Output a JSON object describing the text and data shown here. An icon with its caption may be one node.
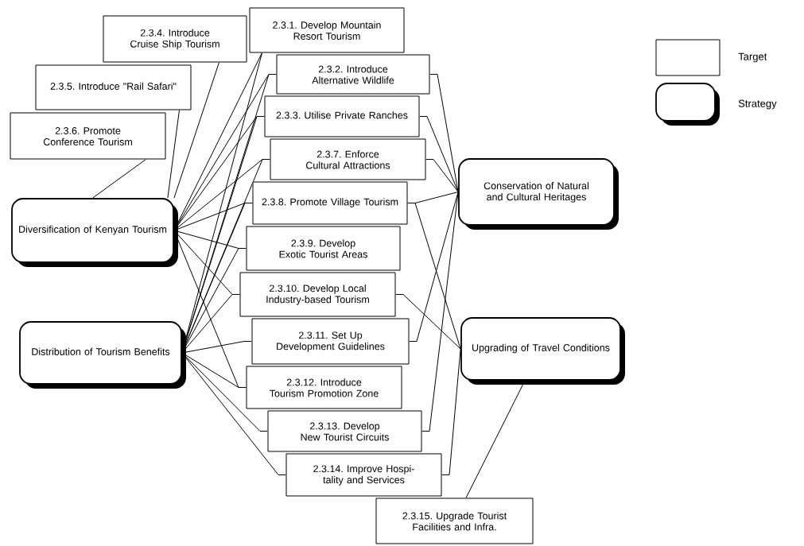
{
  "diagram": {
    "nodes": [
      {
        "text": [
          "2.3.4. Introduce Cruise Ship Tourism"
        ]
      },
      {
        "text": [
          "2.3.1. Develop Mountain Resort Tourism"
        ]
      },
      {
        "text": [
          "2.3.5. Introduce \"Rail Safari\""
        ]
      },
      {
        "text": [
          "2.3.2. Introduce Alternative Wildlife"
        ]
      },
      {
        "text": [
          "2.3.6. Promote Conference Tourism"
        ]
      },
      {
        "text": [
          "2.3.3. Utilise Private Ranches"
        ]
      },
      {
        "text": [
          "2.3.7. Enforce Cultural Attractions"
        ]
      },
      {
        "text": [
          "Diversification of Kenyan Tourism"
        ]
      },
      {
        "text": [
          "2.3.8. Promote Village Tourism"
        ]
      },
      {
        "text": [
          "2.3.9. Develop Exotic Tourist Areas"
        ]
      },
      {
        "text": [
          "Conservation of Natural and Cultural Heritages"
        ]
      },
      {
        "text": [
          "2.3.10. Develop Local Industry-based Tourism"
        ]
      },
      {
        "text": [
          "Distribution of Tourism Benefits"
        ]
      },
      {
        "text": [
          "2.3.11. Set Up Development Guidelines"
        ]
      },
      {
        "text": [
          "Upgrading of Travel Conditions"
        ]
      },
      {
        "text": [
          "2.3.12. Introduce Tourism Promotion Zone"
        ]
      },
      {
        "text": [
          "2.3.13. Develop New Tourist Circuits"
        ]
      },
      {
        "text": [
          "2.3.14. Improve Hospi-tality and Services"
        ]
      },
      {
        "text": [
          "2.3.15. Upgrade Tourist Facilities and Infra."
        ]
      }
    ],
    "edges": [
      {
        "from": 7,
        "to": 0,
        "arrow": "none"
      },
      {
        "from": 7,
        "to": 1,
        "arrow": "none"
      },
      {
        "from": 7,
        "to": 2,
        "arrow": "none"
      },
      {
        "from": 7,
        "to": 3,
        "arrow": "none"
      },
      {
        "from": 7,
        "to": 4,
        "arrow": "none"
      },
      {
        "from": 7,
        "to": 5,
        "arrow": "none"
      },
      {
        "from": 7,
        "to": 6,
        "arrow": "none"
      },
      {
        "from": 7,
        "to": 8,
        "arrow": "none"
      },
      {
        "from": 7,
        "to": 9,
        "arrow": "none"
      },
      {
        "from": 7,
        "to": 11,
        "arrow": "none"
      },
      {
        "from": 7,
        "to": 15,
        "arrow": "none"
      },
      {
        "from": 12,
        "to": 1,
        "arrow": "none"
      },
      {
        "from": 12,
        "to": 3,
        "arrow": "none"
      },
      {
        "from": 12,
        "to": 5,
        "arrow": "none"
      },
      {
        "from": 12,
        "to": 6,
        "arrow": "none"
      },
      {
        "from": 12,
        "to": 8,
        "arrow": "none"
      },
      {
        "from": 12,
        "to": 9,
        "arrow": "none"
      },
      {
        "from": 12,
        "to": 11,
        "arrow": "none"
      },
      {
        "from": 12,
        "to": 13,
        "arrow": "none"
      },
      {
        "from": 12,
        "to": 15,
        "arrow": "none"
      },
      {
        "from": 12,
        "to": 16,
        "arrow": "none"
      },
      {
        "from": 12,
        "to": 17,
        "arrow": "none"
      },
      {
        "from": 10,
        "to": 3,
        "arrow": "none"
      },
      {
        "from": 10,
        "to": 5,
        "arrow": "none"
      },
      {
        "from": 10,
        "to": 6,
        "arrow": "none"
      },
      {
        "from": 10,
        "to": 8,
        "arrow": "none"
      },
      {
        "from": 10,
        "to": 13,
        "arrow": "none"
      },
      {
        "from": 10,
        "to": 16,
        "arrow": "none"
      },
      {
        "from": 14,
        "to": 8,
        "arrow": "none"
      },
      {
        "from": 14,
        "to": 11,
        "arrow": "none"
      },
      {
        "from": 14,
        "to": 17,
        "arrow": "none"
      },
      {
        "from": 14,
        "to": 18,
        "arrow": "none"
      }
    ],
    "legend": [
      {
        "text": "Target"
      },
      {
        "text": "Strategy"
      }
    ]
  }
}
